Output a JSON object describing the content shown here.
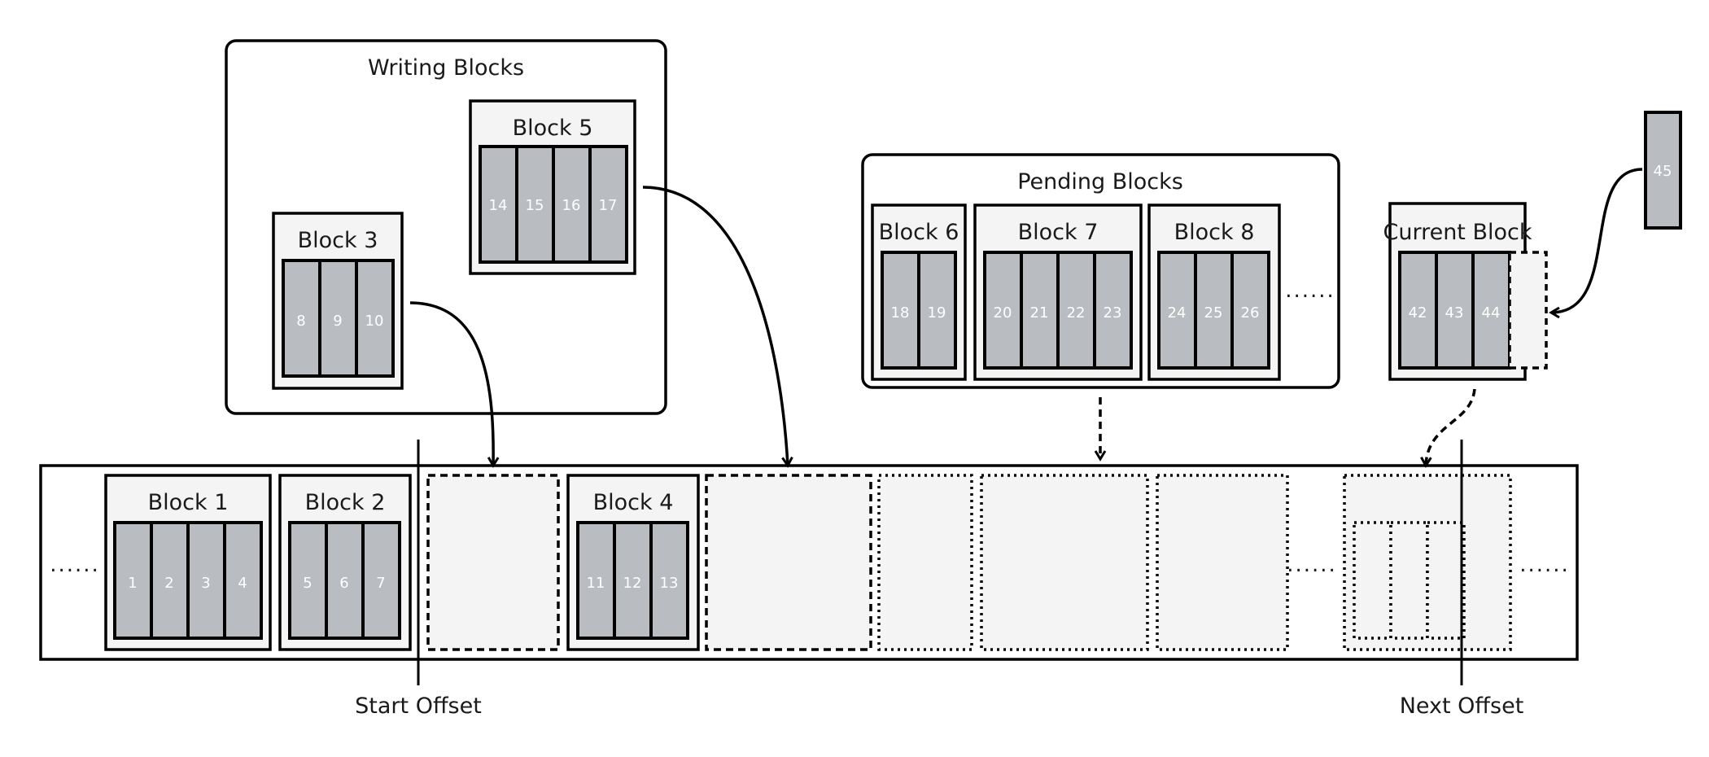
{
  "groups": {
    "writing": "Writing Blocks",
    "pending": "Pending Blocks",
    "current": "Current Block"
  },
  "blocks": {
    "b1": {
      "label": "Block 1",
      "items": [
        "1",
        "2",
        "3",
        "4"
      ]
    },
    "b2": {
      "label": "Block 2",
      "items": [
        "5",
        "6",
        "7"
      ]
    },
    "b3": {
      "label": "Block 3",
      "items": [
        "8",
        "9",
        "10"
      ]
    },
    "b4": {
      "label": "Block 4",
      "items": [
        "11",
        "12",
        "13"
      ]
    },
    "b5": {
      "label": "Block 5",
      "items": [
        "14",
        "15",
        "16",
        "17"
      ]
    },
    "b6": {
      "label": "Block 6",
      "items": [
        "18",
        "19"
      ]
    },
    "b7": {
      "label": "Block 7",
      "items": [
        "20",
        "21",
        "22",
        "23"
      ]
    },
    "b8": {
      "label": "Block 8",
      "items": [
        "24",
        "25",
        "26"
      ]
    },
    "current": {
      "items": [
        "42",
        "43",
        "44"
      ]
    },
    "incoming": "45"
  },
  "markers": {
    "start": "Start Offset",
    "next": "Next Offset"
  },
  "ellipsis": "......"
}
